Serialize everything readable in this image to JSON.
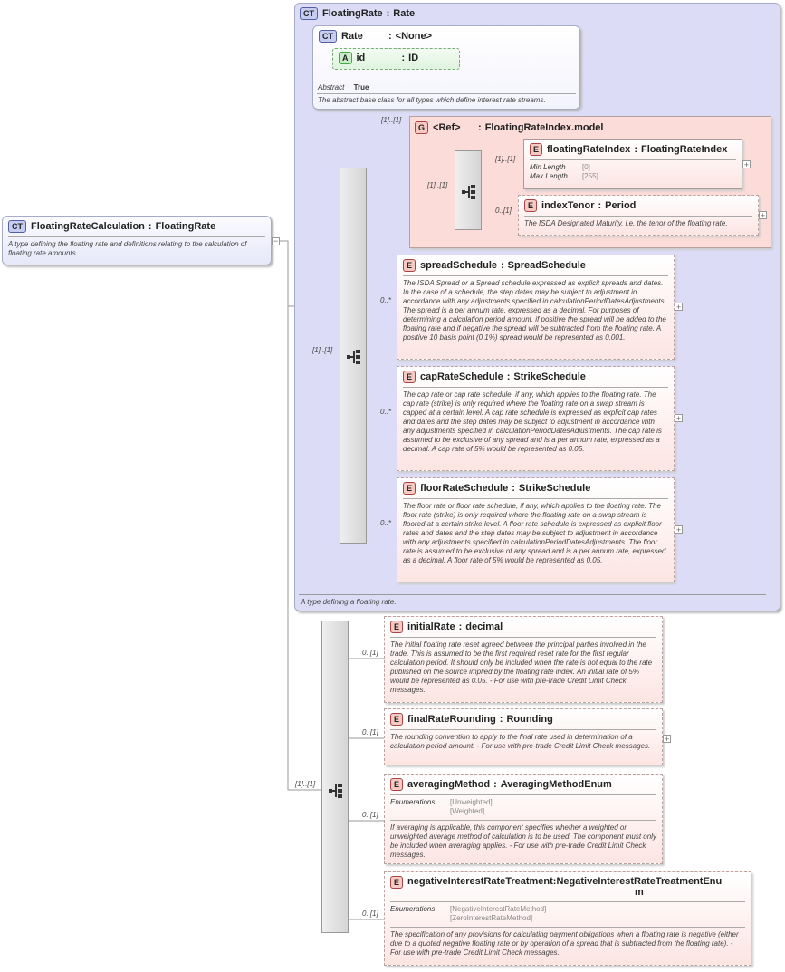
{
  "main": {
    "badge": "CT",
    "name": "FloatingRateCalculation",
    "type": "FloatingRate",
    "desc": "A type defining the floating rate and definitions relating to the calculation of floating rate amounts."
  },
  "base": {
    "badge": "CT",
    "name": "FloatingRate",
    "type": "Rate",
    "desc": "A type defining a floating rate."
  },
  "rate": {
    "badge": "CT",
    "name": "Rate",
    "type": "<None>",
    "attr_badge": "A",
    "attr_name": "id",
    "attr_type": "ID",
    "abstract_label": "Abstract",
    "abstract_value": "True",
    "desc": "The abstract base class for all types which define interest rate streams."
  },
  "ref_group": {
    "badge": "G",
    "name": "<Ref>",
    "type": "FloatingRateIndex.model",
    "mult": "[1]..[1]",
    "seq_mult": "[1]..[1]"
  },
  "floatingRateIndex": {
    "badge": "E",
    "name": "floatingRateIndex",
    "type": "FloatingRateIndex",
    "mult": "[1]..[1]",
    "min_label": "Min Length",
    "min_value": "[0]",
    "max_label": "Max Length",
    "max_value": "[255]"
  },
  "indexTenor": {
    "badge": "E",
    "name": "indexTenor",
    "type": "Period",
    "mult": "0..[1]",
    "desc": "The ISDA Designated Maturity, i.e. the tenor of the floating rate."
  },
  "seq1_mult": "[1]..[1]",
  "spreadSchedule": {
    "badge": "E",
    "name": "spreadSchedule",
    "type": "SpreadSchedule",
    "mult": "0..*",
    "desc": "The ISDA Spread or a Spread schedule expressed as explicit spreads and dates. In the case of a schedule, the step dates may be subject to adjustment in accordance with any adjustments specified in calculationPeriodDatesAdjustments. The spread is a per annum rate, expressed as a decimal. For purposes of determining a calculation period amount, if positive the spread will be added to the floating rate and if negative the spread will be subtracted from the floating rate. A positive 10 basis point (0.1%) spread would be represented as 0.001."
  },
  "capRateSchedule": {
    "badge": "E",
    "name": "capRateSchedule",
    "type": "StrikeSchedule",
    "mult": "0..*",
    "desc": "The cap rate or cap rate schedule, if any, which applies to the floating rate. The cap rate (strike) is only required where the floating rate on a swap stream is capped at a certain level. A cap rate schedule is expressed as explicit cap rates and dates and the step dates may be subject to adjustment in accordance with any adjustments specified in calculationPeriodDatesAdjustments. The cap rate is assumed to be exclusive of any spread and is a per annum rate, expressed as a decimal. A cap rate of 5% would be represented as 0.05."
  },
  "floorRateSchedule": {
    "badge": "E",
    "name": "floorRateSchedule",
    "type": "StrikeSchedule",
    "mult": "0..*",
    "desc": "The floor rate or floor rate schedule, if any, which applies to the floating rate. The floor rate (strike) is only required where the floating rate on a swap stream is floored at a certain strike level. A floor rate schedule is expressed as explicit floor rates and dates and the step dates may be subject to adjustment in accordance with any adjustments specified in calculationPeriodDatesAdjustments. The floor rate is assumed to be exclusive of any spread and is a per annum rate, expressed as a decimal. A floor rate of 5% would be represented as 0.05."
  },
  "seq2_mult": "[1]..[1]",
  "initialRate": {
    "badge": "E",
    "name": "initialRate",
    "type": "decimal",
    "mult": "0..[1]",
    "desc": "The initial floating rate reset agreed between the principal parties involved in the trade. This is assumed to be the first required reset rate for the first regular calculation period. It should only be included when the rate is not equal to the rate published on the source implied by the floating rate index. An initial rate of 5% would be represented as 0.05. - For use with pre-trade Credit Limit Check messages."
  },
  "finalRateRounding": {
    "badge": "E",
    "name": "finalRateRounding",
    "type": "Rounding",
    "mult": "0..[1]",
    "desc": "The rounding convention to apply to the final rate used in determination of a calculation period amount. - For use with pre-trade Credit Limit Check messages."
  },
  "averagingMethod": {
    "badge": "E",
    "name": "averagingMethod",
    "type": "AveragingMethodEnum",
    "mult": "0..[1]",
    "enum_label": "Enumerations",
    "enum1": "[Unweighted]",
    "enum2": "[Weighted]",
    "desc": "If averaging is applicable, this component specifies whether a weighted or unweighted average method of calculation is to be used. The component must only be included when averaging applies. - For use with pre-trade Credit Limit Check messages."
  },
  "negativeInterestRateTreatment": {
    "badge": "E",
    "name": "negativeInterestRateTreatment",
    "type_line1": "NegativeInterestRateTreatmentEnu",
    "type_line2": "m",
    "mult": "0..[1]",
    "enum_label": "Enumerations",
    "enum1": "[NegativeInterestRateMethod]",
    "enum2": "[ZeroInterestRateMethod]",
    "desc": "The specification of any provisions for calculating payment obligations when a floating rate is negative (either due to a quoted negative floating rate or by operation of a spread that is subtracted from the floating rate). - For use with pre-trade Credit Limit Check messages."
  },
  "colors": {
    "ct_bg": "#dcdcf6",
    "e_bg": "#fce5e3",
    "seq": "#e0e0e0"
  },
  "icons": {
    "seq": "sequence-icon",
    "expand": "plus-box-icon"
  }
}
